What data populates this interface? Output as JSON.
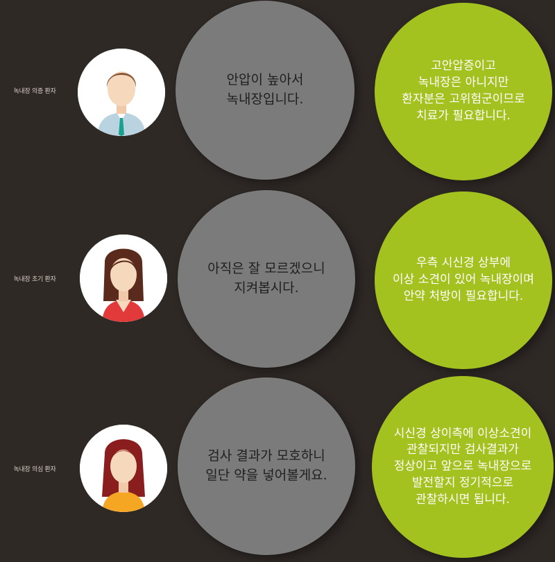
{
  "rows": [
    {
      "label": "녹내장 의증 환자",
      "gray_text": "안압이 높아서\n녹내장입니다.",
      "green_text": "고안압증이고\n녹내장은 아니지만\n환자분은 고위험군이므로\n치료가 필요합니다."
    },
    {
      "label": "녹내장 초기 환자",
      "gray_text": "아직은 잘 모르겠으니\n지켜봅시다.",
      "green_text": "우측 시신경 상부에\n이상 소견이 있어 녹내장이며\n안약 처방이 필요합니다."
    },
    {
      "label": "녹내장 의심 환자",
      "gray_text": "검사 결과가 모호하니\n일단 약을 넣어볼게요.",
      "green_text": "시신경 상이측에 이상소견이\n관찰되지만 검사결과가\n정상이고 앞으로 녹내장으로\n발전할지 정기적으로\n관찰하시면 됩니다."
    }
  ],
  "colors": {
    "background": "#2f2926",
    "gray_circle": "#7b7b7b",
    "green_circle": "#a3c21f"
  }
}
